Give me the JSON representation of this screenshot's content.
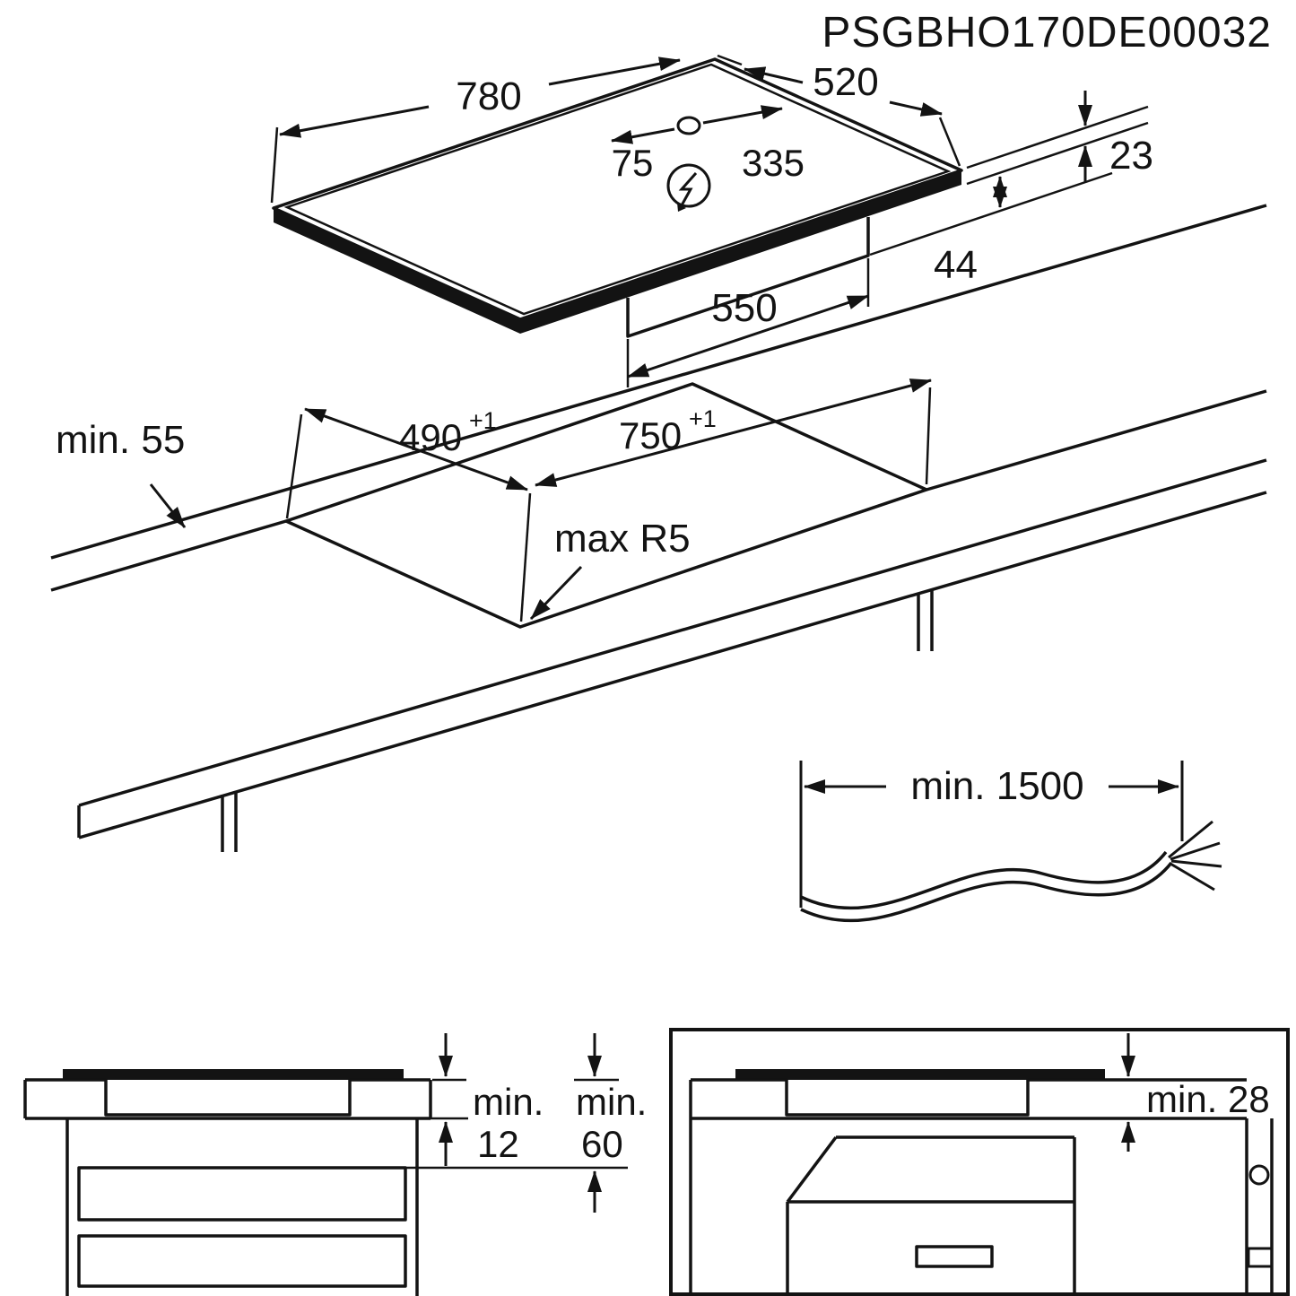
{
  "product_code": "PSGBHO170DE00032",
  "hob": {
    "width": "780",
    "depth": "520",
    "cable_hole_left": "75",
    "cable_hole_right": "335",
    "glass_thickness": "23",
    "box_depth": "44",
    "box_width": "550"
  },
  "cutout": {
    "rear_clearance": "min. 55",
    "depth": "490",
    "depth_tol": "+1",
    "width": "750",
    "width_tol": "+1",
    "corner_radius": "max R5"
  },
  "cable": {
    "min_length": "min. 1500"
  },
  "left_section": {
    "min_label_a": "min.",
    "value_a": "12",
    "min_label_b": "min.",
    "value_b": "60"
  },
  "right_section": {
    "clearance": "min. 28"
  },
  "colors": {
    "line": "#131313",
    "bg": "#ffffff"
  }
}
